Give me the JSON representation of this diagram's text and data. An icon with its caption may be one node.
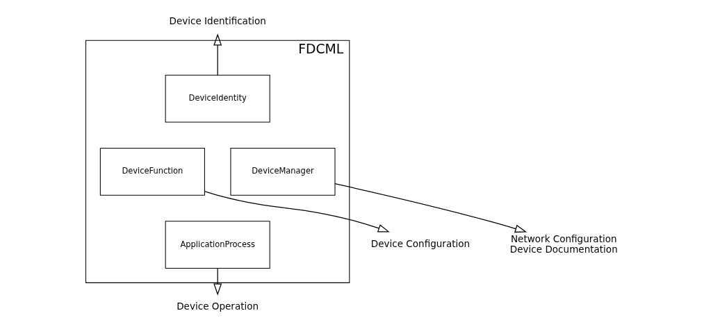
{
  "diagram": {
    "nodes": [
      {
        "text": [
          "FDCML"
        ]
      },
      {
        "text": [
          "DeviceIdentity"
        ],
        "in": 0
      },
      {
        "text": [
          "DeviceFunction"
        ],
        "in": 0
      },
      {
        "text": [
          "DeviceManager"
        ],
        "in": 0
      },
      {
        "text": [
          "ApplicationProcess"
        ],
        "in": 0
      },
      {
        "text": [
          "Device Identification"
        ]
      },
      {
        "text": [
          "Device Configuration"
        ]
      },
      {
        "text": [
          "Network Configuration",
          "Device Documentation"
        ]
      },
      {
        "text": [
          "Device Operation"
        ]
      }
    ],
    "edges": [
      {
        "from": 1,
        "to": 5,
        "arrow": "to"
      },
      {
        "from": 2,
        "to": 6,
        "arrow": "to"
      },
      {
        "from": 3,
        "to": 7,
        "arrow": "to"
      },
      {
        "from": 4,
        "to": 8,
        "arrow": "to"
      }
    ]
  }
}
